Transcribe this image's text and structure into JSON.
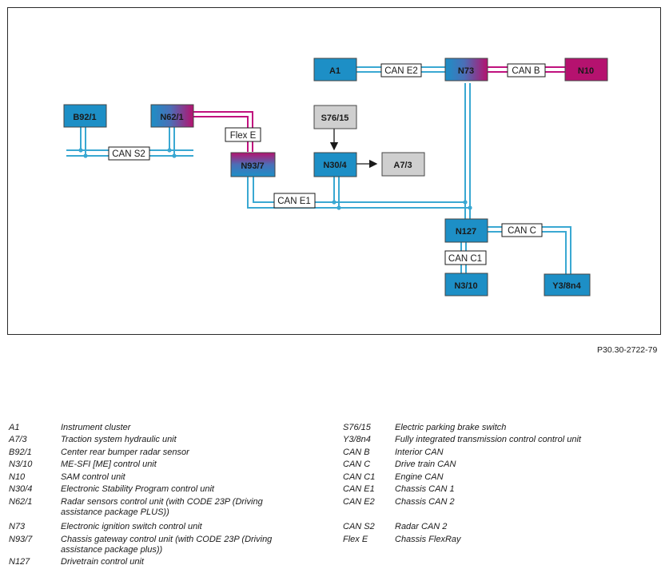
{
  "diagram": {
    "nodes": {
      "A1": "A1",
      "N73": "N73",
      "N10": "N10",
      "B92_1": "B92/1",
      "N62_1": "N62/1",
      "S76_15": "S76/15",
      "N93_7": "N93/7",
      "N30_4": "N30/4",
      "A7_3": "A7/3",
      "N127": "N127",
      "N3_10": "N3/10",
      "Y3_8n4": "Y3/8n4"
    },
    "buses": {
      "can_e2": "CAN E2",
      "can_b": "CAN B",
      "flex_e": "Flex E",
      "can_s2": "CAN S2",
      "can_e1": "CAN E1",
      "can_c": "CAN C",
      "can_c1": "CAN C1"
    },
    "colors": {
      "bus_blue": "#3aa8d2",
      "bus_magenta": "#c0117e",
      "node_blue": "#1d8fc6",
      "node_magenta": "#b5126f",
      "node_gray": "#cfcfcf"
    }
  },
  "reference": "P30.30-2722-79",
  "legend_left": [
    {
      "code": "A1",
      "desc": "Instrument cluster"
    },
    {
      "code": "A7/3",
      "desc": "Traction system hydraulic unit"
    },
    {
      "code": "B92/1",
      "desc": "Center rear bumper radar sensor"
    },
    {
      "code": "N3/10",
      "desc": "ME-SFI [ME] control unit"
    },
    {
      "code": "N10",
      "desc": "SAM control unit"
    },
    {
      "code": "N30/4",
      "desc": "Electronic Stability Program control unit"
    },
    {
      "code": "N62/1",
      "desc": "Radar sensors control unit (with CODE 23P (Driving assistance package PLUS))"
    },
    {
      "code": "N73",
      "desc": "Electronic ignition switch control unit"
    },
    {
      "code": "N93/7",
      "desc": "Chassis gateway control unit (with CODE 23P (Driving assistance package plus))"
    },
    {
      "code": "N127",
      "desc": "Drivetrain control unit"
    }
  ],
  "legend_right": [
    {
      "code": "S76/15",
      "desc": "Electric parking brake switch"
    },
    {
      "code": "Y3/8n4",
      "desc": "Fully integrated transmission control control unit"
    },
    {
      "code": "CAN B",
      "desc": "Interior CAN"
    },
    {
      "code": "CAN C",
      "desc": "Drive train CAN"
    },
    {
      "code": "CAN C1",
      "desc": "Engine CAN"
    },
    {
      "code": "CAN E1",
      "desc": "Chassis CAN 1"
    },
    {
      "code": "CAN E2",
      "desc": "Chassis CAN 2"
    },
    {
      "code": "CAN S2",
      "desc": "Radar CAN 2"
    },
    {
      "code": "Flex E",
      "desc": "Chassis FlexRay"
    }
  ]
}
